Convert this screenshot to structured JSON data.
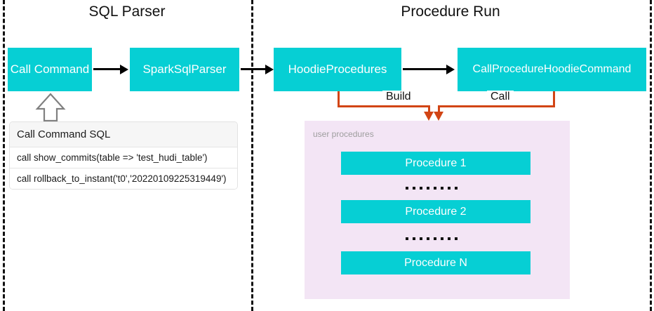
{
  "diagram": {
    "sections": [
      {
        "title": "SQL Parser"
      },
      {
        "title": "Procedure Run"
      }
    ],
    "nodes": {
      "call_command": "Call Command",
      "spark_sql_parser": "SparkSqlParser",
      "hoodie_procedures": "HoodieProcedures",
      "call_procedure_hoodie_command": "CallProcedureHoodieCommand"
    },
    "edge_labels": {
      "build": "Build",
      "call": "Call"
    },
    "sql_table": {
      "header": "Call Command SQL",
      "rows": [
        "call show_commits(table => 'test_hudi_table')",
        "call rollback_to_instant('t0','20220109225319449')"
      ]
    },
    "user_procedures": {
      "label": "user procedures",
      "items": [
        "Procedure 1",
        "Procedure 2",
        "Procedure N"
      ],
      "ellipsis_count": 2
    },
    "colors": {
      "node_fill": "#06cfd4",
      "node_text": "#ffffff",
      "panel_fill": "#f3e5f5",
      "panel_label": "#9e9e9e",
      "orange_edge": "#d24515",
      "black_edge": "#000000",
      "divider": "#111111",
      "background": "#ffffff"
    }
  }
}
